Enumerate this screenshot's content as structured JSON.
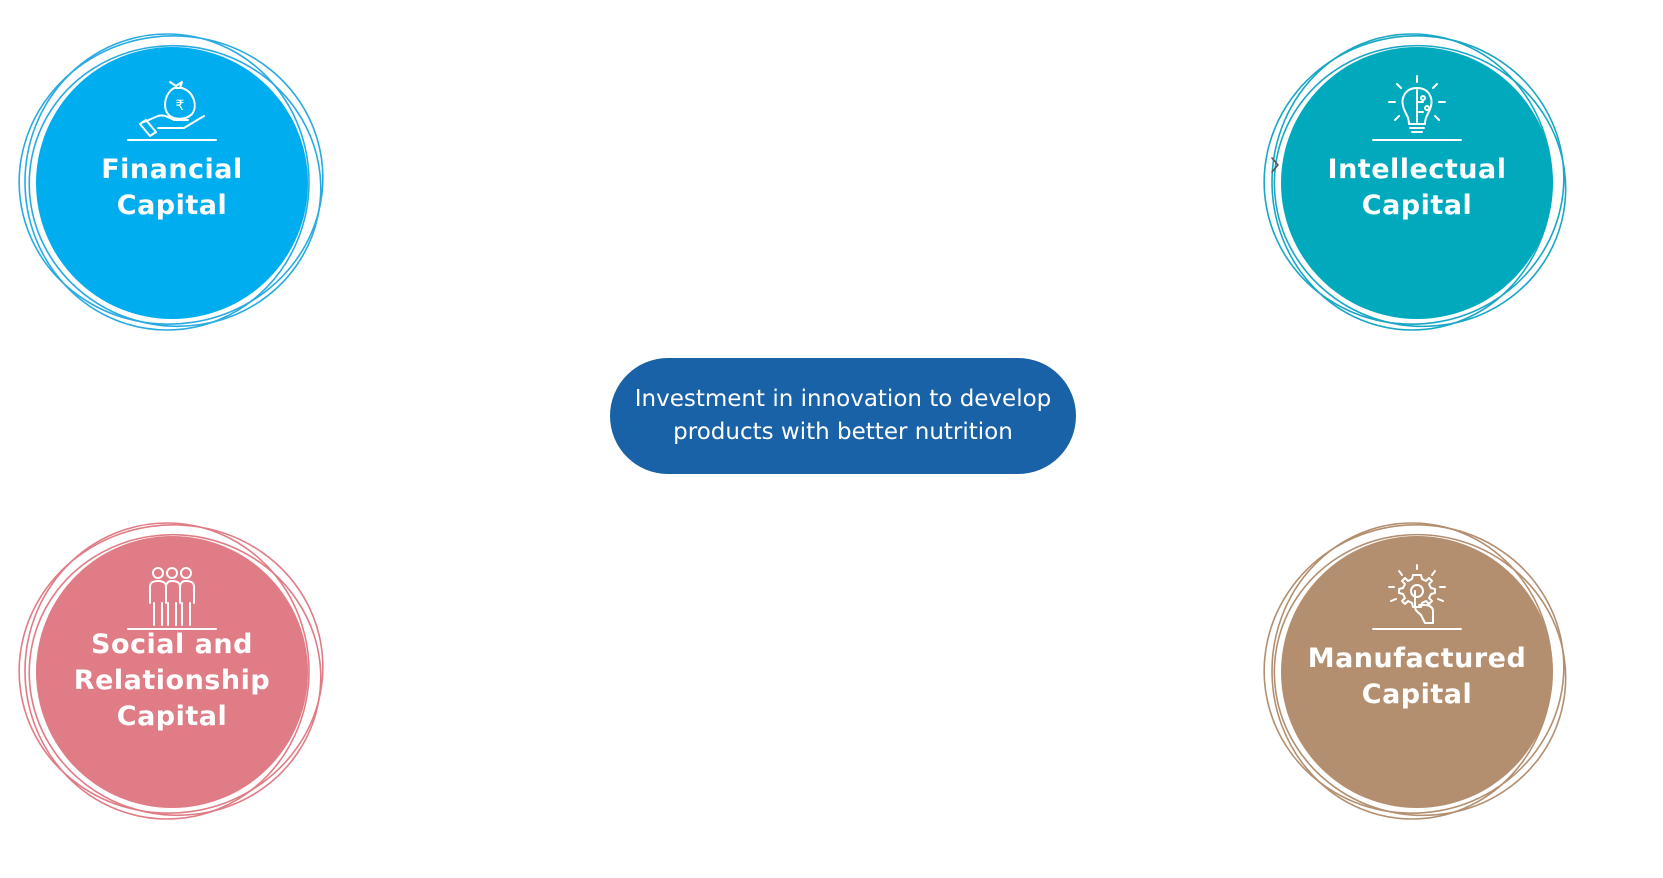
{
  "capitals": {
    "financial": {
      "line1": "Financial",
      "line2": "Capital",
      "color": "#00aeef",
      "ring_color": "#29abe2",
      "icon": "money-bag-hand-icon"
    },
    "intellectual": {
      "line1": "Intellectual",
      "line2": "Capital",
      "color": "#00a9bc",
      "ring_color": "#18a7c5",
      "icon": "lightbulb-brain-icon"
    },
    "social": {
      "line1": "Social and",
      "line2": "Relationship",
      "line3": "Capital",
      "color": "#e07c85",
      "ring_color": "#e07c85",
      "icon": "people-group-icon"
    },
    "manufactured": {
      "line1": "Manufactured",
      "line2": "Capital",
      "color": "#b38f70",
      "ring_color": "#b38f70",
      "icon": "gear-hand-icon"
    }
  },
  "center": {
    "line1": "Investment in innovation to develop",
    "line2": "products with better nutrition",
    "color": "#1a62a8"
  },
  "navigation": {
    "icon": "chevron-right-icon"
  }
}
